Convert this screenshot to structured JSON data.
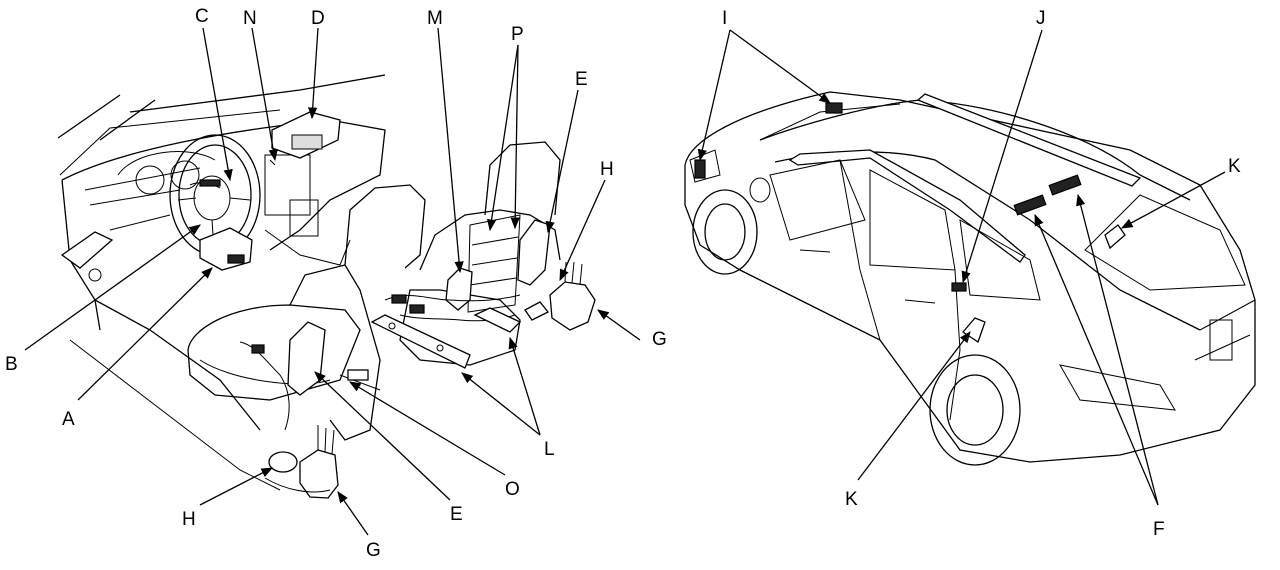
{
  "labels": {
    "A": "A",
    "B": "B",
    "C": "C",
    "D": "D",
    "E1": "E",
    "E2": "E",
    "F": "F",
    "G1": "G",
    "G2": "G",
    "H1": "H",
    "H2": "H",
    "I": "I",
    "J": "J",
    "K1": "K",
    "K2": "K",
    "L": "L",
    "M": "M",
    "N": "N",
    "O": "O",
    "P": "P"
  }
}
